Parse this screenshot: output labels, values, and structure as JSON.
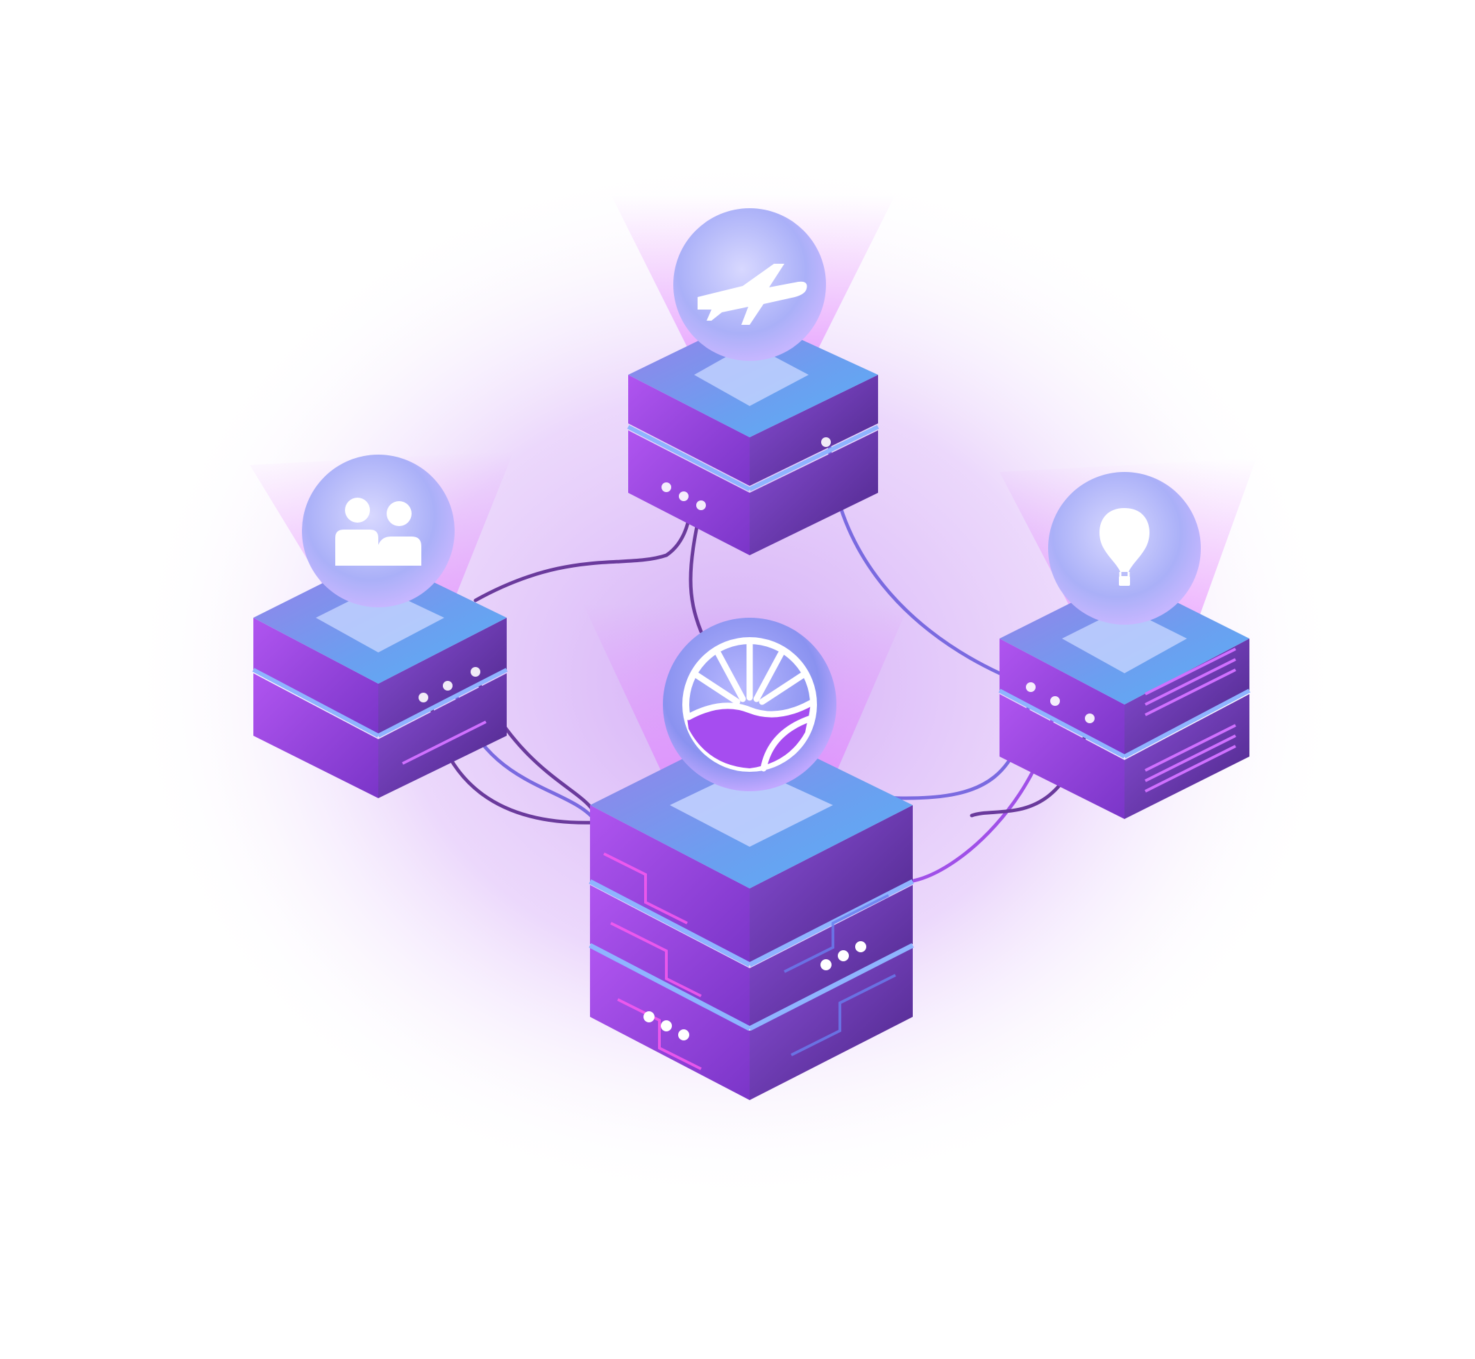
{
  "illustration": {
    "colors": {
      "background": "#ffffff",
      "glow": "#b06cf0",
      "server_dark": "#5a2d9c",
      "server_mid": "#8f4ae0",
      "server_light": "#6a8fe6",
      "top_face": "#8aa6f2",
      "accent_cyan": "#5ef0ff",
      "accent_magenta": "#ff5cf0",
      "cable_purple": "#6a3a9c",
      "cable_blue": "#6b7fd8",
      "icon_white": "#ffffff",
      "orb_fill": "#c8c8ff"
    },
    "nodes": [
      {
        "id": "top",
        "icon": "airplane-icon"
      },
      {
        "id": "left",
        "icon": "people-group-icon"
      },
      {
        "id": "right",
        "icon": "hot-air-balloon-icon"
      },
      {
        "id": "center",
        "icon": "sunrise-logo-icon"
      }
    ]
  }
}
